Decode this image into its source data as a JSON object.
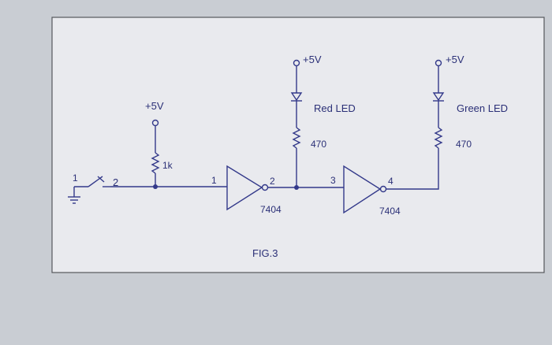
{
  "labels": {
    "switch_pin1": "1",
    "switch_pin2": "2",
    "pullup_supply": "+5V",
    "pullup_resistor": "1k",
    "gate1_in": "1",
    "gate1_out": "2",
    "gate1_part": "7404",
    "gate2_in": "3",
    "gate2_out": "4",
    "gate2_part": "7404",
    "red_supply": "+5V",
    "red_led": "Red LED",
    "red_resistor": "470",
    "green_supply": "+5V",
    "green_led": "Green LED",
    "green_resistor": "470",
    "figure": "FIG.3"
  },
  "colors": {
    "wire": "#33398a",
    "text": "#2b3077",
    "paper": "#e9eaee",
    "background": "#c9cdd3"
  }
}
